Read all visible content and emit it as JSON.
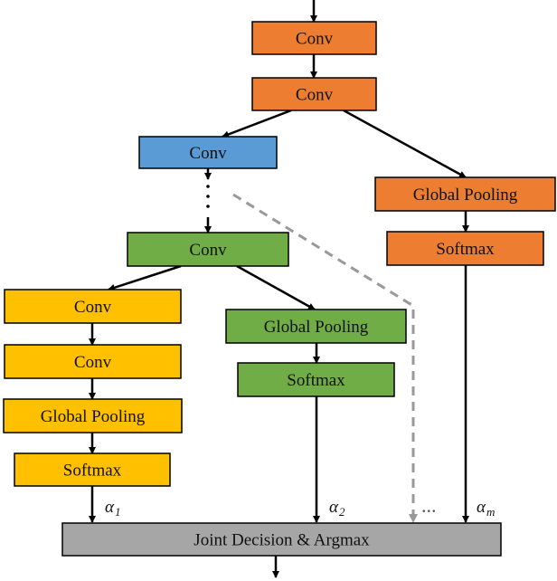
{
  "colors": {
    "orange": "#ED7D31",
    "blue": "#5B9BD5",
    "green": "#70AD47",
    "yellow": "#FFC000",
    "gray": "#A6A6A6",
    "dashed_branch": "#999999"
  },
  "trunk": {
    "conv1": "Conv",
    "conv2": "Conv"
  },
  "orange_branch": {
    "pooling": "Global Pooling",
    "softmax": "Softmax"
  },
  "blue_stage": {
    "conv": "Conv"
  },
  "green_stage": {
    "conv": "Conv",
    "pooling": "Global Pooling",
    "softmax": "Softmax"
  },
  "yellow_branch": {
    "conv1": "Conv",
    "conv2": "Conv",
    "pooling": "Global Pooling",
    "softmax": "Softmax"
  },
  "outputs": {
    "alpha_symbol": "α",
    "sub_1": "1",
    "sub_2": "2",
    "sub_m": "m",
    "ellipsis": "..."
  },
  "decision": {
    "label": "Joint Decision & Argmax"
  }
}
